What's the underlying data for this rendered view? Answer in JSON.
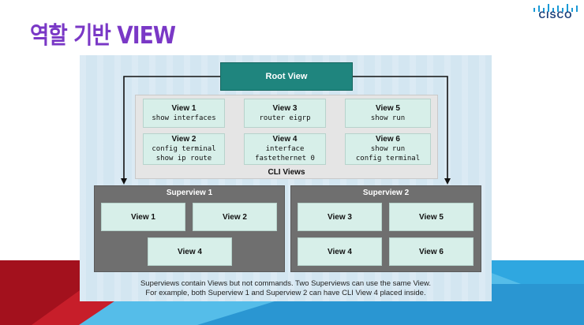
{
  "title": "역할 기반 VIEW",
  "logo": {
    "text": "CISCO",
    "icon": "cisco-bridge-icon"
  },
  "colors": {
    "title": "#7a38c6",
    "root": "#1f857e",
    "superview": "#6f6f6f",
    "view": "#d7efe9",
    "band_red": "#a3111d",
    "band_blue": "#2fa7e0"
  },
  "diagram": {
    "root_view": "Root View",
    "cli_views_label": "CLI Views",
    "cli_views": [
      {
        "name": "View 1",
        "commands": [
          "show interfaces"
        ]
      },
      {
        "name": "View 3",
        "commands": [
          "router eigrp"
        ]
      },
      {
        "name": "View 5",
        "commands": [
          "show run"
        ]
      },
      {
        "name": "View 2",
        "commands": [
          "config terminal",
          "show ip route"
        ]
      },
      {
        "name": "View 4",
        "commands": [
          "interface",
          "fastethernet 0"
        ]
      },
      {
        "name": "View 6",
        "commands": [
          "show run",
          "config terminal"
        ]
      }
    ],
    "superviews": [
      {
        "name": "Superview 1",
        "views": [
          "View 1",
          "View 2",
          "View 4"
        ]
      },
      {
        "name": "Superview 2",
        "views": [
          "View 3",
          "View 5",
          "View 4",
          "View 6"
        ]
      }
    ],
    "caption": [
      "Superviews contain Views but not commands. Two Superviews can use the same View.",
      "For example, both Superview 1 and Superview 2 can have CLI View 4 placed inside."
    ]
  }
}
